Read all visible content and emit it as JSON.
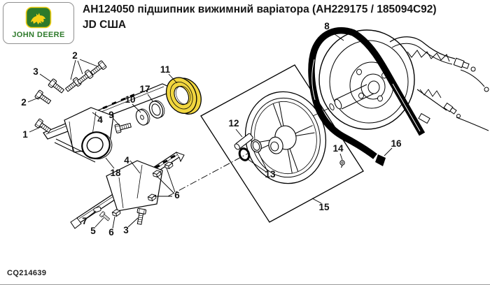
{
  "header": {
    "title_line1": "AH124050 підшипник вижимний варіатора (AH229175 / 185094C92)",
    "title_line2": "JD США",
    "logo": {
      "brand": "JOHN DEERE",
      "green": "#2e7a2b",
      "yellow": "#f7d117"
    }
  },
  "diagram": {
    "highlighted_part": "11",
    "highlight_color": "#F1D63F",
    "callouts": [
      "1",
      "2",
      "2",
      "3",
      "3",
      "4",
      "4",
      "5",
      "6",
      "6",
      "7",
      "8",
      "9",
      "10",
      "11",
      "12",
      "13",
      "14",
      "15",
      "16",
      "17",
      "18"
    ]
  },
  "footer": {
    "code": "CQ214639"
  }
}
